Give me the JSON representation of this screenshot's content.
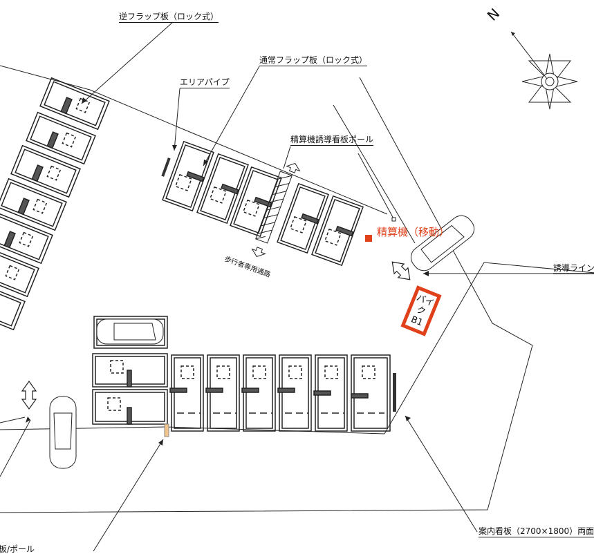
{
  "labels": {
    "reverse_flap": "逆フラップ板（ロック式）",
    "normal_flap": "通常フラップ板（ロック式）",
    "area_pipe": "エリアパイプ",
    "guide_pole": "精算機誘導看板ポール",
    "walkway": "歩行者専用通路",
    "guide_line": "誘導ライン",
    "info_sign": "案内看板（2700×1800）両面",
    "bottom_cut": "看板/ポール"
  },
  "machine": {
    "label": "精算機（移動）",
    "color": "#e0401a"
  },
  "bike": {
    "line1": "バイク",
    "line2": "B1",
    "color": "#e0401a"
  },
  "compass": {
    "north": "N"
  }
}
